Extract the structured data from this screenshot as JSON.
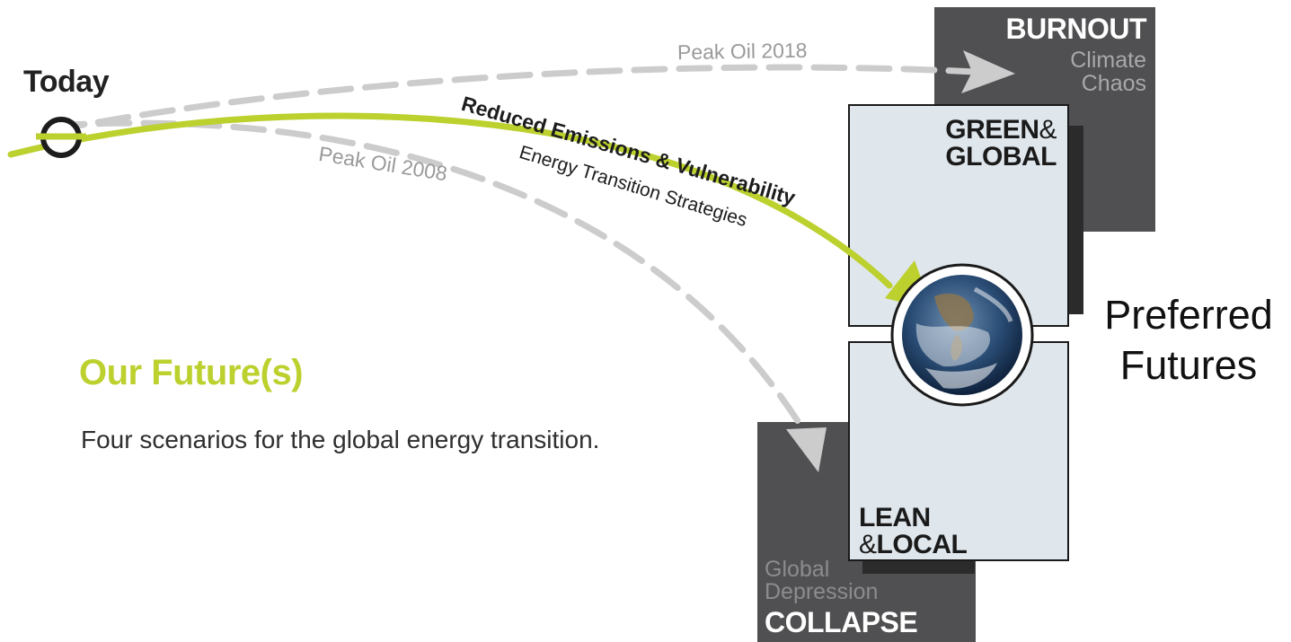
{
  "today": "Today",
  "peak_oil_2018": "Peak Oil 2018",
  "peak_oil_2008": "Peak Oil 2008",
  "path_title": "Reduced Emissions & Vulnerability",
  "path_subtitle": "Energy Transition Strategies",
  "scenarios": {
    "burnout": {
      "title": "BURNOUT",
      "subtitle_1": "Climate",
      "subtitle_2": "Chaos"
    },
    "green_global": {
      "line_1": "GREEN",
      "amp": "&",
      "line_2": "GLOBAL"
    },
    "lean_local": {
      "line_1": "LEAN",
      "amp": "&",
      "line_2": "LOCAL"
    },
    "collapse": {
      "subtitle_1": "Global",
      "subtitle_2": "Depression",
      "title": "COLLAPSE"
    }
  },
  "heading": "Our Future(s)",
  "description": "Four scenarios for the global energy transition.",
  "preferred_1": "Preferred",
  "preferred_2": "Futures",
  "colors": {
    "accent_green": "#bcd02e",
    "dark_card": "#505052",
    "light_card": "#dfe6ec",
    "dashed_gray": "#cccccc"
  }
}
